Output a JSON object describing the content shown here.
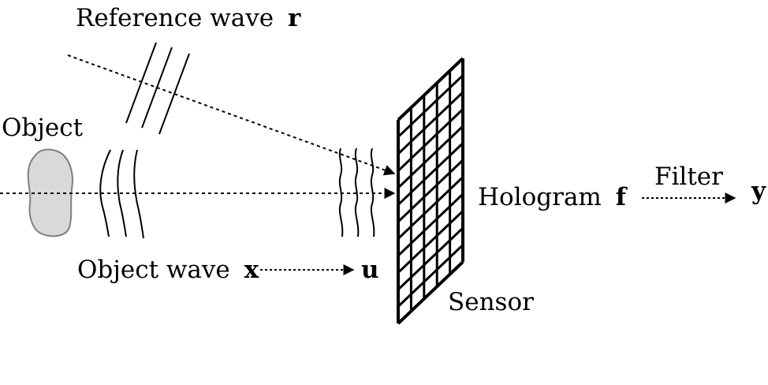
{
  "labels": {
    "reference_wave": "Reference wave",
    "reference_symbol": "r",
    "object": "Object",
    "object_wave": "Object wave",
    "object_wave_symbol": "x",
    "propagated_symbol": "u",
    "hologram": "Hologram",
    "hologram_symbol": "f",
    "filter": "Filter",
    "output_symbol": "y",
    "sensor": "Sensor"
  },
  "colors": {
    "object_fill": "#d9d9d9",
    "object_stroke": "#7f7f7f",
    "line": "#000000"
  },
  "sensor_grid": {
    "rows": 12,
    "cols": 5
  }
}
